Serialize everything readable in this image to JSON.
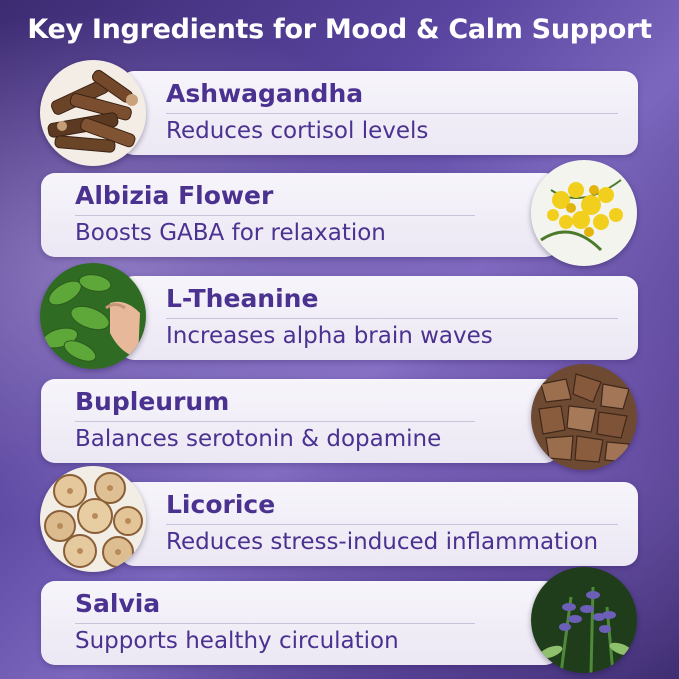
{
  "title": "Key Ingredients for Mood & Calm Support",
  "ingredients": [
    {
      "name": "Ashwagandha",
      "benefit": "Reduces cortisol levels",
      "image": "ashwagandha-root-icon"
    },
    {
      "name": "Albizia Flower",
      "benefit": "Boosts GABA for relaxation",
      "image": "albizia-flower-icon"
    },
    {
      "name": "L-Theanine",
      "benefit": "Increases alpha brain waves",
      "image": "tea-leaves-icon"
    },
    {
      "name": "Bupleurum",
      "benefit": "Balances serotonin & dopamine",
      "image": "bupleurum-root-icon"
    },
    {
      "name": "Licorice",
      "benefit": "Reduces stress-induced inflammation",
      "image": "licorice-slices-icon"
    },
    {
      "name": "Salvia",
      "benefit": "Supports healthy circulation",
      "image": "salvia-flower-icon"
    }
  ],
  "colors": {
    "accent": "#4b3190",
    "card": "#f2f0f8",
    "title": "#ffffff"
  }
}
